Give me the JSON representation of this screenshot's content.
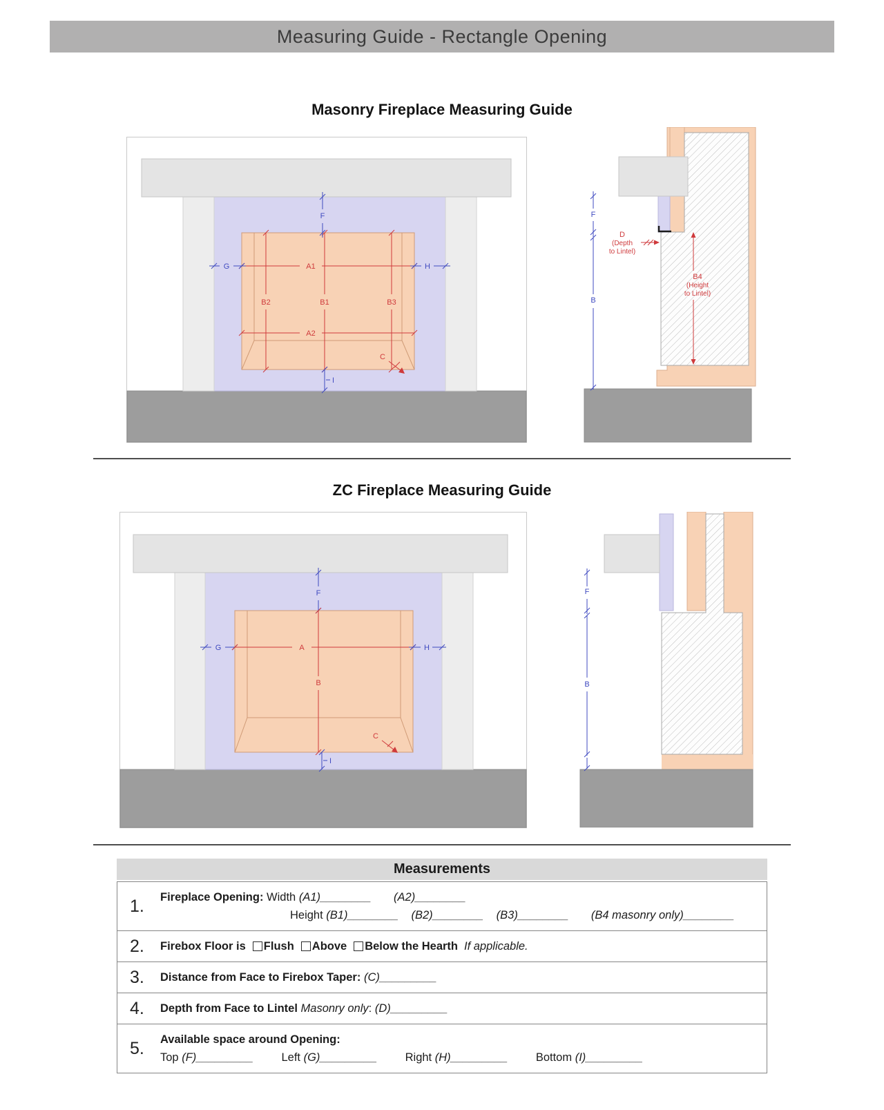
{
  "page_title": "Measuring Guide - Rectangle Opening",
  "masonry": {
    "heading": "Masonry Fireplace Measuring Guide",
    "front": {
      "F": "F",
      "G": "G",
      "H": "H",
      "I": "I",
      "A1": "A1",
      "A2": "A2",
      "B1": "B1",
      "B2": "B2",
      "B3": "B3",
      "C": "C"
    },
    "side": {
      "F": "F",
      "B": "B",
      "D1": "D",
      "D2": "(Depth",
      "D3": "to Lintel)",
      "B4_1": "B4",
      "B4_2": "(Height",
      "B4_3": "to Lintel)"
    }
  },
  "zc": {
    "heading": "ZC Fireplace Measuring Guide",
    "front": {
      "F": "F",
      "G": "G",
      "H": "H",
      "I": "I",
      "A": "A",
      "B": "B",
      "C": "C"
    },
    "side": {
      "F": "F",
      "B": "B"
    }
  },
  "measurements": {
    "heading": "Measurements",
    "row1": {
      "num": "1.",
      "label": "Fireplace Opening:",
      "width_label": "Width",
      "a1": "(A1)________",
      "a2": "(A2)________",
      "height_label": "Height",
      "b1": "(B1)________",
      "b2": "(B2)________",
      "b3": "(B3)________",
      "b4": "(B4 masonry only)________"
    },
    "row2": {
      "num": "2.",
      "label": "Firebox Floor is",
      "opt1": "Flush",
      "opt2": "Above",
      "opt3": "Below the Hearth",
      "note": "If applicable."
    },
    "row3": {
      "num": "3.",
      "label": "Distance from Face to Firebox Taper:",
      "value": "(C)_________"
    },
    "row4": {
      "num": "4.",
      "label": "Depth from Face to Lintel",
      "note": "Masonry only",
      "colon": ":",
      "value": "(D)_________"
    },
    "row5": {
      "num": "5.",
      "label": "Available space around Opening:",
      "top_label": "Top",
      "top": "(F)_________",
      "left_label": "Left",
      "left": "(G)_________",
      "right_label": "Right",
      "right": "(H)_________",
      "bottom_label": "Bottom",
      "bottom": "(I)_________"
    }
  }
}
